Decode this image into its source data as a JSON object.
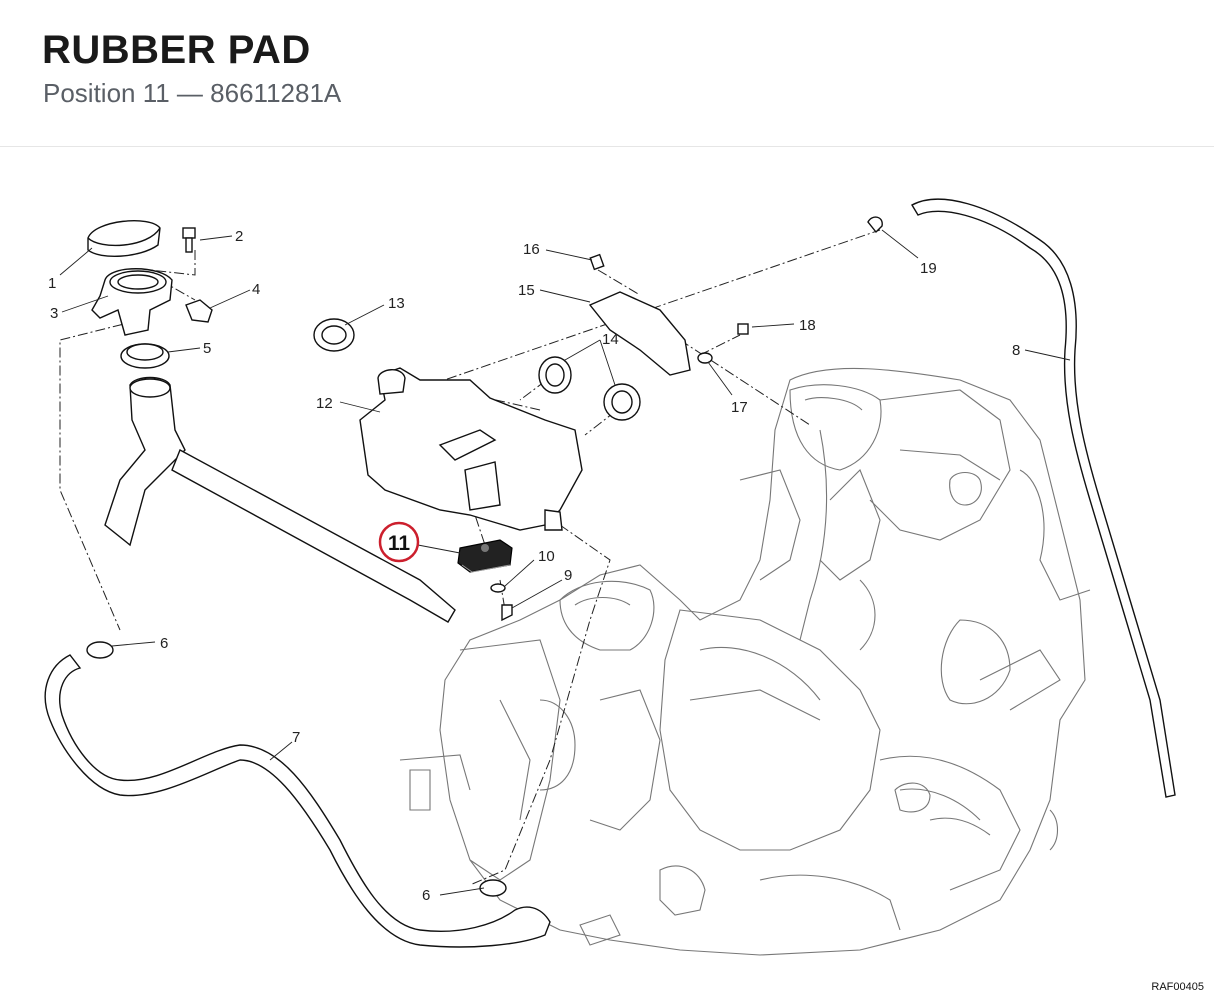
{
  "header": {
    "title": "RUBBER PAD",
    "subtitle": "Position 11 — 86611281A"
  },
  "diagram": {
    "reference_code": "RAF00405",
    "highlight_color": "#cc1f2d",
    "highlighted_position": "11",
    "callouts": [
      "1",
      "2",
      "3",
      "4",
      "5",
      "6",
      "6",
      "7",
      "8",
      "9",
      "10",
      "11",
      "12",
      "13",
      "14",
      "15",
      "16",
      "17",
      "18",
      "19"
    ]
  }
}
